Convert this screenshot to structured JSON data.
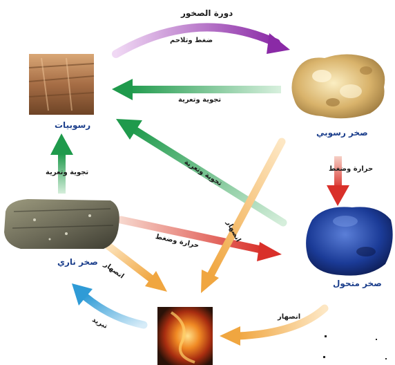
{
  "title": "دورة الصخور",
  "nodes": {
    "sediments": "رسوبيات",
    "sedimentary_rock": "صخر رسوبي",
    "metamorphic_rock": "صخر متحول",
    "igneous_rock": "صخر ناري"
  },
  "processes": {
    "compaction_cementation": "ضغط وتلاحم",
    "weathering_erosion_top": "تجوية وتعرية",
    "weathering_erosion_diag": "تجوية وتعرية",
    "weathering_erosion_left": "تجوية وتعرية",
    "heat_pressure_right": "حرارة وضغط",
    "heat_pressure_center": "حرارة وضغط",
    "melting_center": "انصهار",
    "melting_left": "انصهار",
    "melting_bottom": "انصهار",
    "cooling": "تبريد"
  },
  "colors": {
    "purple": "#9b3fb3",
    "green": "#2e9e58",
    "red": "#d9302a",
    "orange": "#f0a640",
    "blue": "#2f9bd6"
  }
}
